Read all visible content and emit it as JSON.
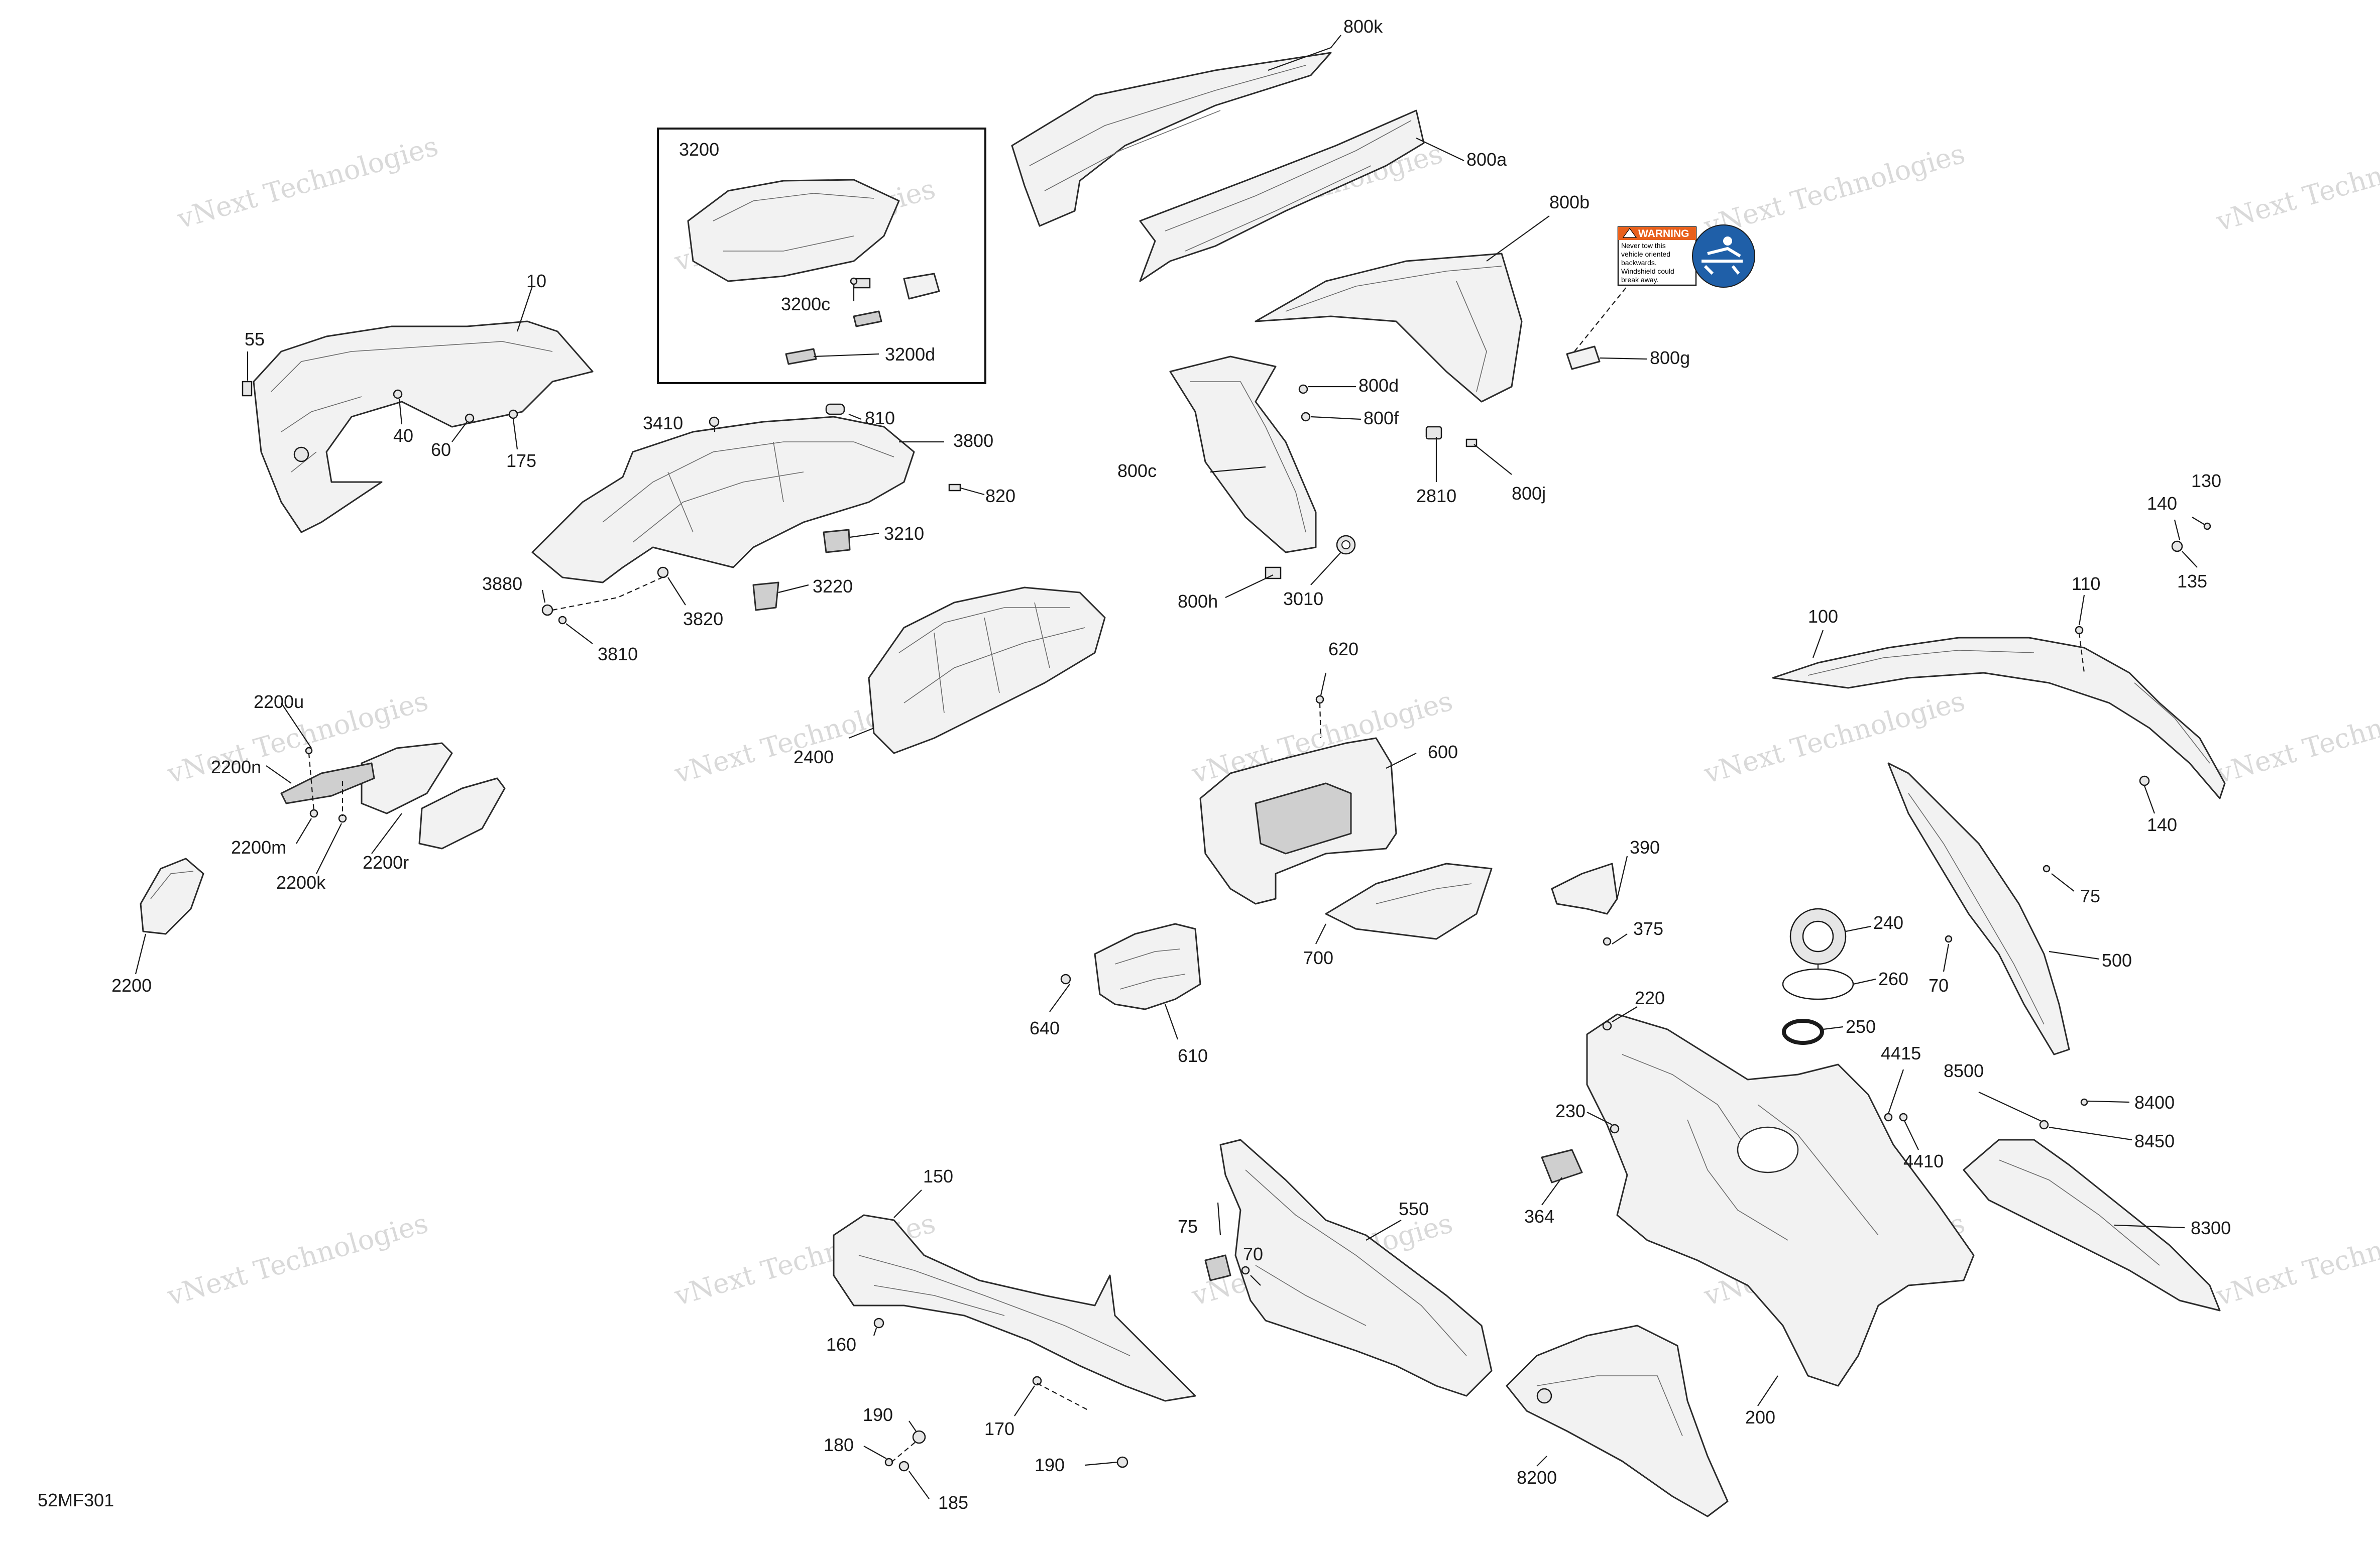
{
  "diagram_code": "52MF301",
  "watermark_text": "vNext Technologies",
  "warning_decal": {
    "heading": "WARNING",
    "lines": [
      "Never tow this",
      "vehicle oriented",
      "backwards.",
      "Windshield could",
      "break away."
    ],
    "colors": {
      "heading_bg": "#e8601c",
      "symbol_bg": "#1f5fa8"
    }
  },
  "callouts": {
    "c800k": "800k",
    "c800a": "800a",
    "c800b": "800b",
    "c800g": "800g",
    "c800d": "800d",
    "c800f": "800f",
    "c800c": "800c",
    "c800j": "800j",
    "c800h": "800h",
    "c2810": "2810",
    "c3010": "3010",
    "c3200": "3200",
    "c3200c": "3200c",
    "c3200d": "3200d",
    "c10": "10",
    "c55": "55",
    "c40": "40",
    "c60": "60",
    "c175": "175",
    "c3410": "3410",
    "c810": "810",
    "c3800": "3800",
    "c820": "820",
    "c3210": "3210",
    "c3220": "3220",
    "c3880": "3880",
    "c3820": "3820",
    "c3810": "3810",
    "c2400": "2400",
    "c620": "620",
    "c600": "600",
    "c700": "700",
    "c640": "640",
    "c610": "610",
    "c2200u": "2200u",
    "c2200n": "2200n",
    "c2200m": "2200m",
    "c2200k": "2200k",
    "c2200r": "2200r",
    "c2200": "2200",
    "c130": "130",
    "c140a": "140",
    "c135": "135",
    "c110": "110",
    "c100": "100",
    "c140b": "140",
    "c75a": "75",
    "c70a": "70",
    "c500": "500",
    "c390": "390",
    "c375": "375",
    "c240": "240",
    "c260": "260",
    "c250": "250",
    "c220": "220",
    "c230": "230",
    "c364": "364",
    "c4415": "4415",
    "c4410": "4410",
    "c8500": "8500",
    "c8400": "8400",
    "c8450": "8450",
    "c8300": "8300",
    "c200": "200",
    "c8200": "8200",
    "c150": "150",
    "c160": "160",
    "c170": "170",
    "c190a": "190",
    "c180": "180",
    "c185": "185",
    "c190b": "190",
    "c75b": "75",
    "c70b": "70",
    "c550": "550"
  }
}
